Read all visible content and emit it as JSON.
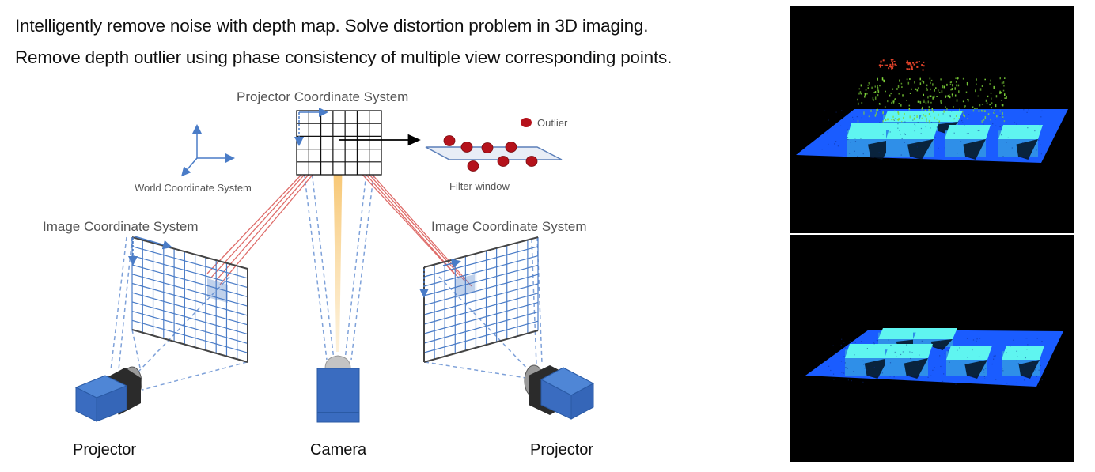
{
  "headline": {
    "line1": "Intelligently remove noise with depth map. Solve distortion problem in 3D imaging.",
    "line2": "Remove depth outlier using phase consistency of multiple view corresponding points."
  },
  "diagram": {
    "projector_coordinate_system": "Projector Coordinate System",
    "world_coordinate_system": "World Coordinate System",
    "image_coordinate_system_left": "Image Coordinate System",
    "image_coordinate_system_right": "Image Coordinate System",
    "outlier_legend": "Outlier",
    "filter_window": "Filter window",
    "device_left": "Projector",
    "device_center": "Camera",
    "device_right": "Projector"
  },
  "colors": {
    "grid_blue": "#4a7cc7",
    "ray_red": "#d9534f",
    "beam_yellow": "#f7c56b",
    "device_blue": "#3a6cc0",
    "outlier_red": "#b5121b",
    "plane_blue": "#1a5cff",
    "box_cyan": "#5ff5f0",
    "noise_green": "#7fd63a",
    "noise_red": "#e2432a"
  },
  "panels": {
    "top": {
      "name": "point-cloud-with-noise"
    },
    "bottom": {
      "name": "point-cloud-denoised"
    }
  }
}
